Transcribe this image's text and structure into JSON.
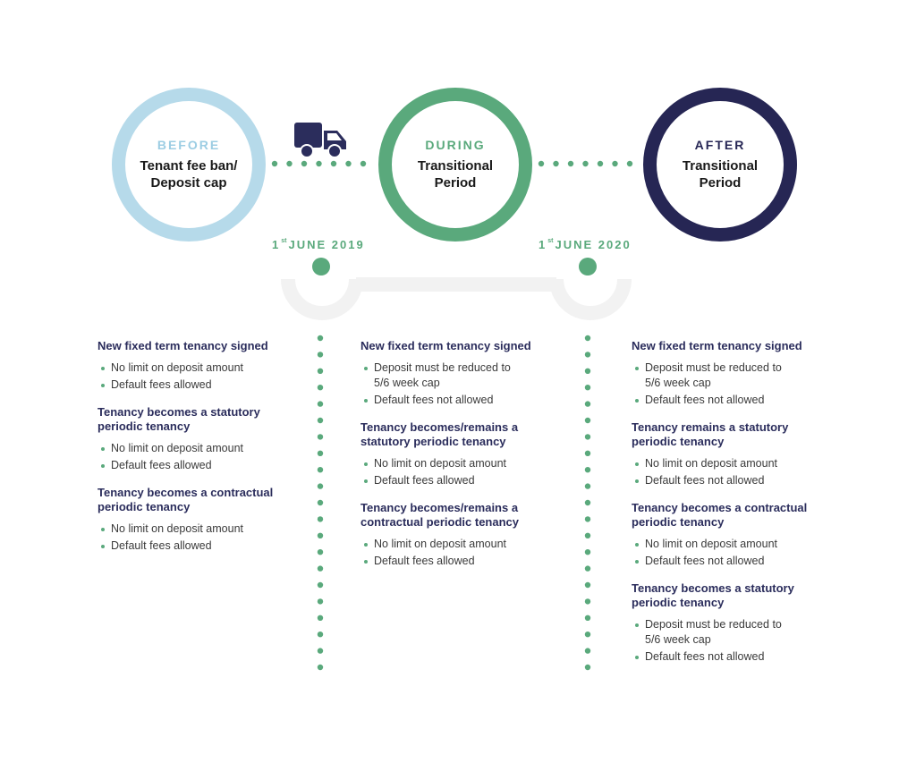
{
  "phases": [
    {
      "label": "BEFORE",
      "title": [
        "Tenant fee ban/",
        "Deposit cap"
      ],
      "color": "#b6daea",
      "label_color": "#9ccde3"
    },
    {
      "label": "DURING",
      "title": [
        "Transitional",
        "Period"
      ],
      "color": "#5aa97c",
      "label_color": "#5aa97c"
    },
    {
      "label": "AFTER",
      "title": [
        "Transitional",
        "Period"
      ],
      "color": "#262654",
      "label_color": "#262654"
    }
  ],
  "dates": [
    {
      "prefix": "1",
      "sup": "st",
      "text": "JUNE 2019"
    },
    {
      "prefix": "1",
      "sup": "st",
      "text": "JUNE 2020"
    }
  ],
  "icons": {
    "truck": "truck-icon"
  },
  "colors": {
    "accent": "#5aa97c",
    "heading": "#2b2d5c",
    "connector": "#f2f2f2"
  },
  "columns": [
    {
      "sections": [
        {
          "heading": "New fixed term tenancy signed",
          "items": [
            "No limit on deposit amount",
            "Default fees allowed"
          ]
        },
        {
          "heading": "Tenancy becomes a statutory periodic tenancy",
          "items": [
            "No limit on deposit amount",
            "Default fees allowed"
          ]
        },
        {
          "heading": "Tenancy becomes a contractual periodic tenancy",
          "items": [
            "No limit on deposit amount",
            "Default fees allowed"
          ]
        }
      ]
    },
    {
      "sections": [
        {
          "heading": "New fixed term tenancy signed",
          "items": [
            "Deposit must be reduced to 5/6 week cap",
            "Default fees not allowed"
          ]
        },
        {
          "heading": "Tenancy becomes/remains a statutory periodic tenancy",
          "items": [
            "No limit on deposit amount",
            "Default fees allowed"
          ]
        },
        {
          "heading": "Tenancy becomes/remains a contractual periodic tenancy",
          "items": [
            "No limit on deposit amount",
            "Default fees allowed"
          ]
        }
      ]
    },
    {
      "sections": [
        {
          "heading": "New fixed term tenancy signed",
          "items": [
            "Deposit must be reduced to 5/6 week cap",
            "Default fees not allowed"
          ]
        },
        {
          "heading": "Tenancy remains a statutory periodic tenancy",
          "items": [
            "No limit on deposit amount",
            "Default fees not allowed"
          ]
        },
        {
          "heading": "Tenancy becomes a contractual periodic tenancy",
          "items": [
            "No limit on deposit amount",
            "Default fees not allowed"
          ]
        },
        {
          "heading": "Tenancy becomes a statutory periodic tenancy",
          "items": [
            "Deposit must be reduced to 5/6 week cap",
            "Default fees not allowed"
          ]
        }
      ]
    }
  ]
}
